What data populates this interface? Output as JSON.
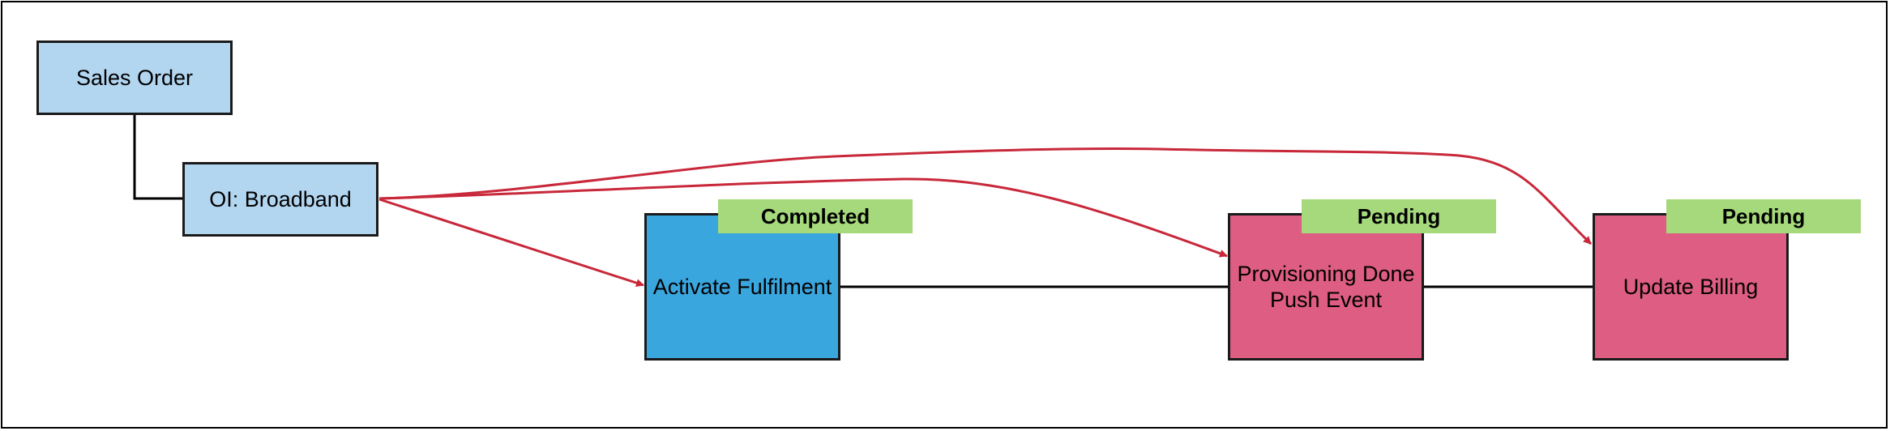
{
  "nodes": {
    "sales_order": "Sales Order",
    "oi_broadband": "OI: Broadband",
    "activate_fulfilment": "Activate Fulfilment",
    "provisioning_done": {
      "line1": "Provisioning Done",
      "line2": "Push Event"
    },
    "update_billing": "Update Billing"
  },
  "status": {
    "activate_fulfilment": "Completed",
    "provisioning_done": "Pending",
    "update_billing": "Pending"
  },
  "colors": {
    "order_fill": "#b3d6f0",
    "completed_task_fill": "#3aa6de",
    "pending_task_fill": "#de5d82",
    "status_badge_fill": "#a5d97b",
    "dependency_arrow": "#c8283a",
    "connector": "#000000"
  }
}
